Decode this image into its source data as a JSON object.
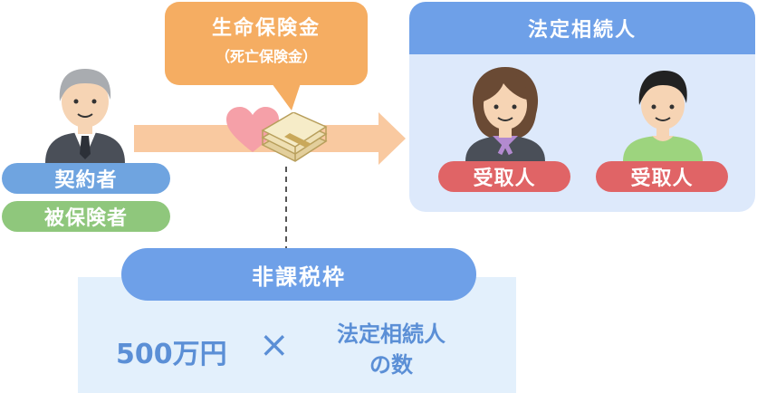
{
  "insurance": {
    "title": "生命保険金",
    "subtitle": "（死亡保険金）"
  },
  "policyholder": {
    "role1": "契約者",
    "role2": "被保険者"
  },
  "heirs": {
    "title": "法定相続人",
    "recipient1": "受取人",
    "recipient2": "受取人"
  },
  "formula": {
    "title": "非課税枠",
    "amount": "500万円",
    "operator": "×",
    "multiplier_line1": "法定相続人",
    "multiplier_line2": "の数"
  },
  "colors": {
    "orange": "#f5ad62",
    "blue_header": "#6ea0e8",
    "blue_panel": "#dde9fb",
    "blue_pill": "#6fa4e0",
    "green_pill": "#8fc77c",
    "red_pill": "#e06466",
    "arrow": "#f9c9a0"
  }
}
